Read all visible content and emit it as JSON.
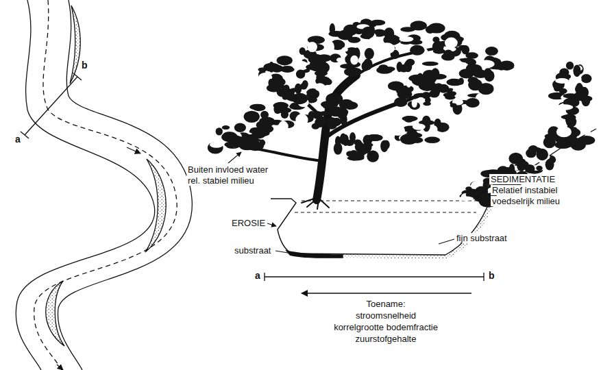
{
  "diagram": {
    "labels": [
      "a",
      "b",
      "Buiten invloed water",
      "rel. stabiel milieu",
      "EROSIE",
      "substraat",
      "SEDIMENTATIE",
      "Relatief instabiel",
      "voedselrijk milieu",
      "fijn substraat",
      "a",
      "b",
      "Toename:",
      "stroomsnelheid",
      "korrelgrootte bodemfractie",
      "zuurstofgehalte"
    ]
  }
}
